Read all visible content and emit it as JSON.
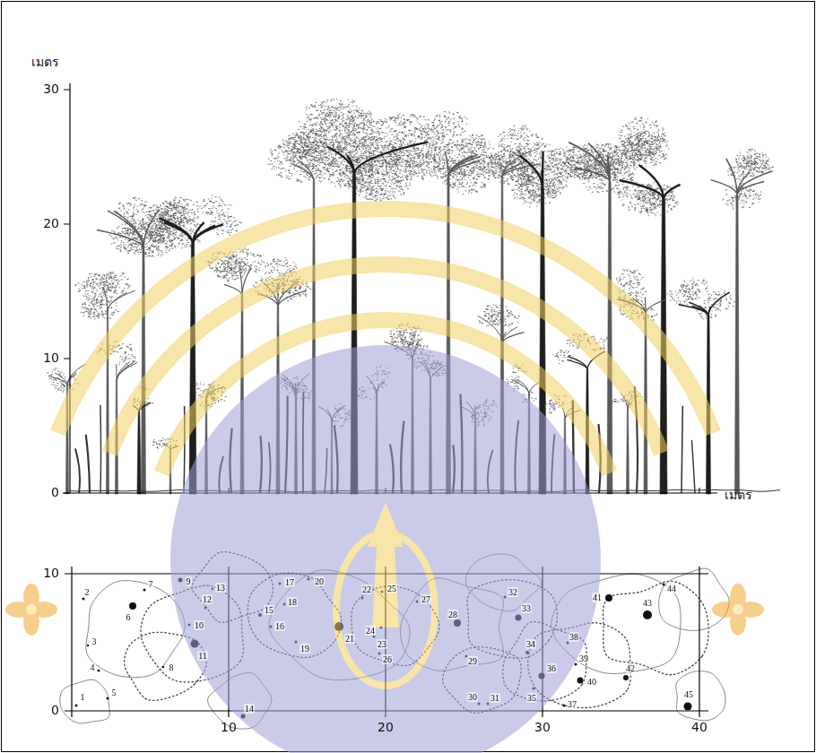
{
  "diagram": {
    "labels": [
      "เมตร",
      "30",
      "20",
      "10",
      "0",
      "เมตร",
      "10",
      "0",
      "10",
      "20",
      "30",
      "40",
      "1",
      "2",
      "3",
      "4",
      "5",
      "6",
      "7",
      "8",
      "9",
      "10",
      "11",
      "12",
      "13",
      "14",
      "15",
      "16",
      "17",
      "18",
      "19",
      "20",
      "21",
      "22",
      "23",
      "24",
      "25",
      "26",
      "27",
      "28",
      "29",
      "30",
      "31",
      "32",
      "33",
      "34",
      "35",
      "36",
      "37",
      "38",
      "39",
      "40",
      "41",
      "42",
      "43",
      "44",
      "45"
    ]
  }
}
